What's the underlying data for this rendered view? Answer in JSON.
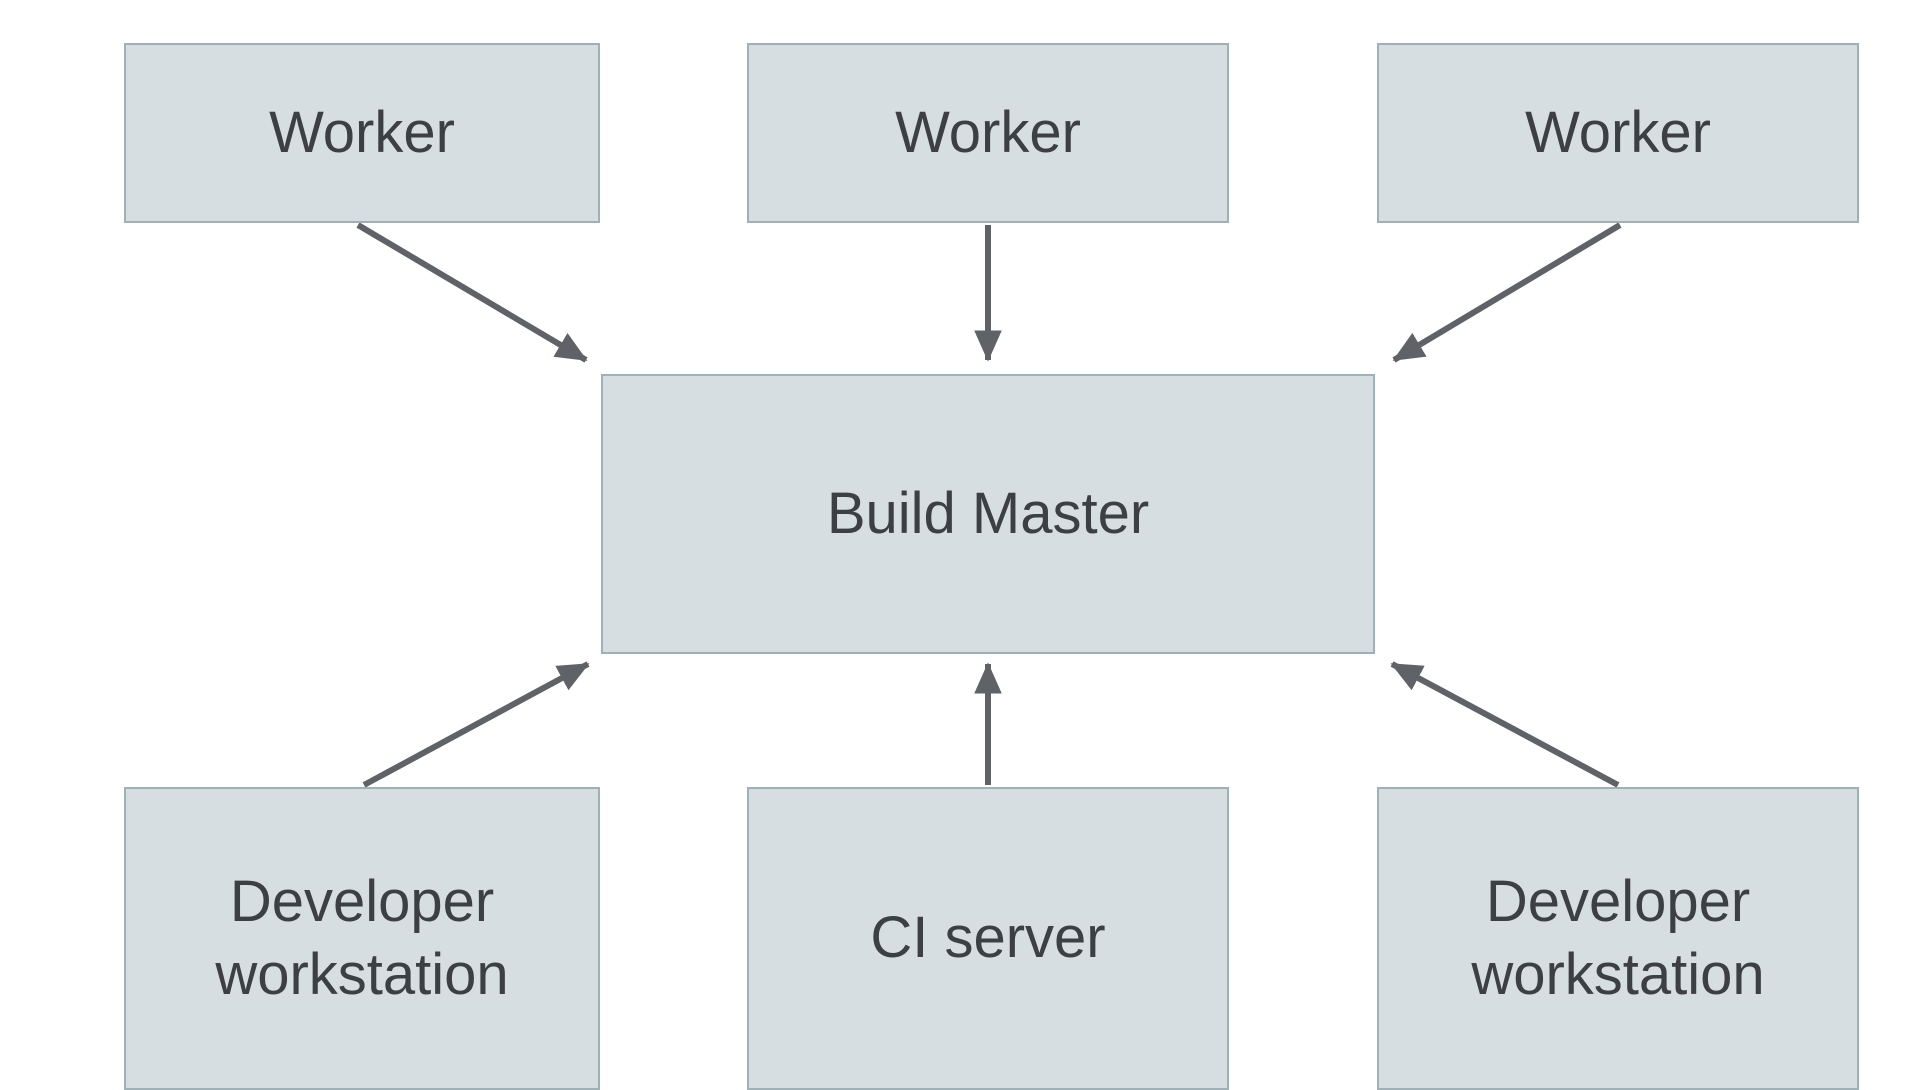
{
  "diagram": {
    "type": "architecture-diagram",
    "nodes": {
      "worker_left": {
        "label": "Worker"
      },
      "worker_center": {
        "label": "Worker"
      },
      "worker_right": {
        "label": "Worker"
      },
      "build_master": {
        "label": "Build Master"
      },
      "dev_workstation_left": {
        "label": "Developer workstation"
      },
      "ci_server": {
        "label": "CI server"
      },
      "dev_workstation_right": {
        "label": "Developer workstation"
      }
    },
    "edges": [
      {
        "from": "worker_left",
        "to": "build_master"
      },
      {
        "from": "worker_center",
        "to": "build_master"
      },
      {
        "from": "worker_right",
        "to": "build_master"
      },
      {
        "from": "dev_workstation_left",
        "to": "build_master"
      },
      {
        "from": "ci_server",
        "to": "build_master"
      },
      {
        "from": "dev_workstation_right",
        "to": "build_master"
      }
    ],
    "colors": {
      "node_fill": "#d6dee1",
      "node_border": "#9fb1b7",
      "arrow": "#5f6368",
      "text": "#3c4043",
      "background": "#ffffff"
    }
  }
}
